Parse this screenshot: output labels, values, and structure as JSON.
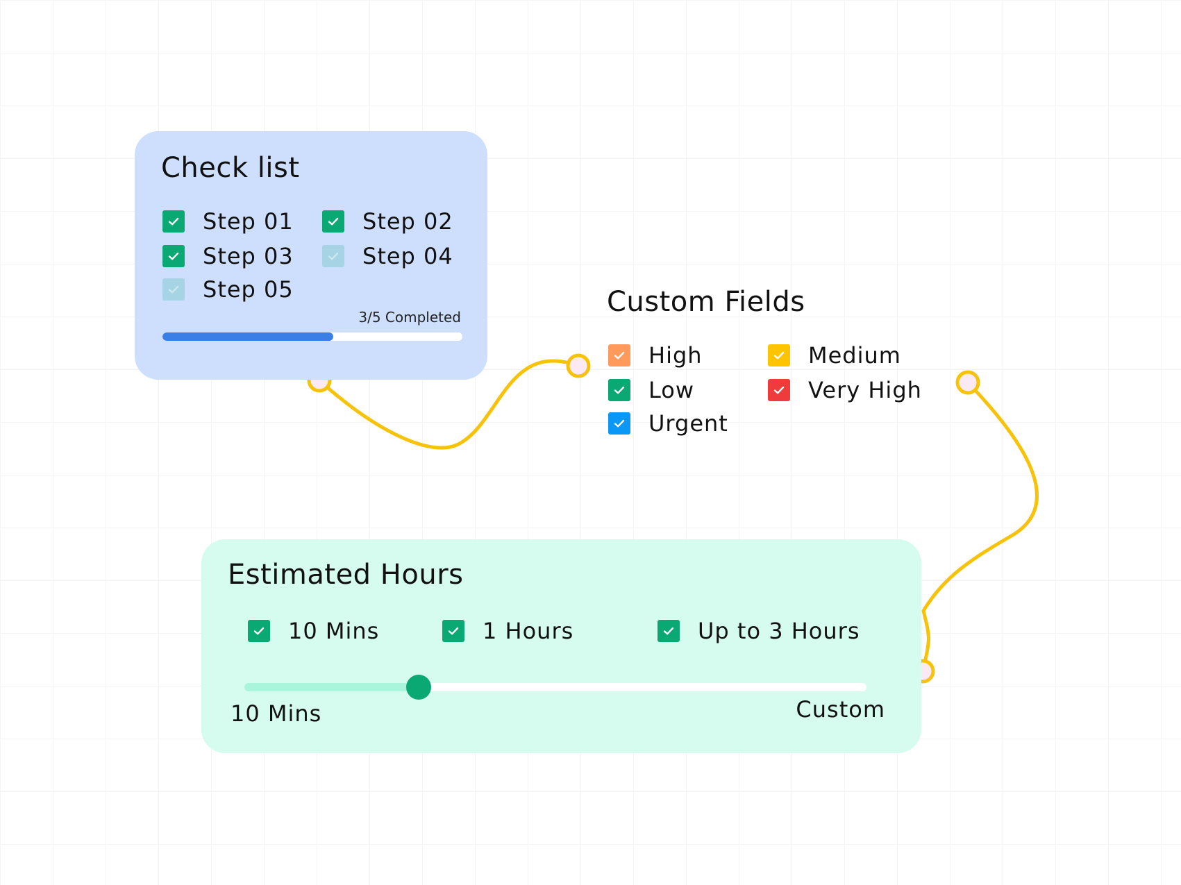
{
  "colors": {
    "checked_green": "#0aa873",
    "unchecked_teal": "#a6d4e4",
    "orange": "#ff9a5c",
    "yellow": "#ffc400",
    "red": "#ef3b3b",
    "blue": "#0a97f5",
    "connector": "#f7c20a",
    "progress": "#3a7fe6",
    "slider_fill": "#a8f5dc"
  },
  "checklist": {
    "title": "Check list",
    "steps": [
      {
        "label": "Step 01",
        "checked": true,
        "color": "#0aa873"
      },
      {
        "label": "Step 02",
        "checked": true,
        "color": "#0aa873"
      },
      {
        "label": "Step 03",
        "checked": true,
        "color": "#0aa873"
      },
      {
        "label": "Step 04",
        "checked": false,
        "color": "#a6d4e4"
      },
      {
        "label": "Step 05",
        "checked": false,
        "color": "#a6d4e4"
      }
    ],
    "progress_text": "3/5 Completed",
    "progress_value": 0.57
  },
  "custom_fields": {
    "title": "Custom Fields",
    "fields": [
      {
        "label": "High",
        "color": "#ff9a5c"
      },
      {
        "label": "Medium",
        "color": "#ffc400"
      },
      {
        "label": "Low",
        "color": "#0aa873"
      },
      {
        "label": "Very High",
        "color": "#ef3b3b"
      },
      {
        "label": "Urgent",
        "color": "#0a97f5"
      }
    ]
  },
  "estimated_hours": {
    "title": "Estimated Hours",
    "options": [
      {
        "label": "10 Mins",
        "checked": true
      },
      {
        "label": "1 Hours",
        "checked": true
      },
      {
        "label": "Up to 3 Hours",
        "checked": true
      }
    ],
    "slider": {
      "min_label": "10 Mins",
      "max_label": "Custom",
      "value": 0.28
    }
  }
}
